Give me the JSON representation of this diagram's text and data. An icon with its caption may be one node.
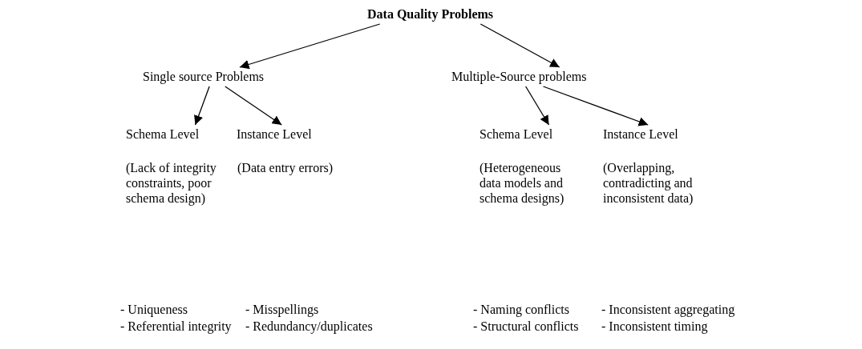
{
  "diagram": {
    "nodes": [
      {
        "text": [
          "Data Quality Problems"
        ]
      },
      {
        "text": [
          "Single source Problems"
        ]
      },
      {
        "text": [
          "Multiple-Source problems"
        ]
      },
      {
        "text": [
          "Schema Level"
        ]
      },
      {
        "text": [
          "Instance Level"
        ]
      },
      {
        "text": [
          "Schema Level"
        ]
      },
      {
        "text": [
          "Instance Level"
        ]
      }
    ],
    "edges": [
      {
        "from": 0,
        "to": 1,
        "arrow": "to"
      },
      {
        "from": 0,
        "to": 2,
        "arrow": "to"
      },
      {
        "from": 1,
        "to": 3,
        "arrow": "to"
      },
      {
        "from": 1,
        "to": 4,
        "arrow": "to"
      },
      {
        "from": 2,
        "to": 5,
        "arrow": "to"
      },
      {
        "from": 2,
        "to": 6,
        "arrow": "to"
      }
    ],
    "labels": [
      "(Lack of integrity constraints, poor schema design)",
      "(Data entry errors)",
      "(Heterogeneous data models and schema designs)",
      "(Overlapping, contradicting and inconsistent data)",
      "- Uniqueness",
      "- Misspellings",
      "- Naming conflicts",
      "- Inconsistent aggregating",
      "- Referential integrity",
      "- Redundancy/duplicates",
      "- Structural conflicts",
      "- Inconsistent timing"
    ]
  }
}
